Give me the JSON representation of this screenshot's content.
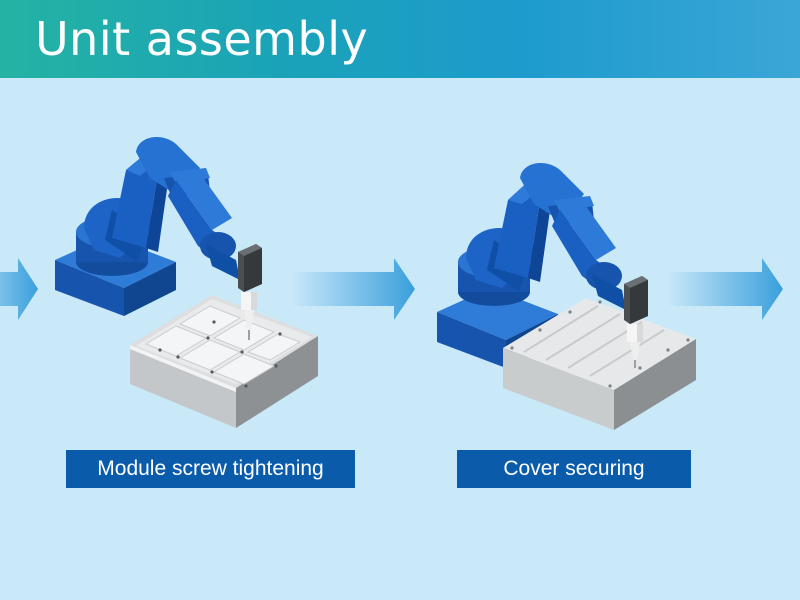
{
  "header": {
    "title": "Unit assembly"
  },
  "steps": [
    {
      "label": "Module screw tightening"
    },
    {
      "label": "Cover securing"
    }
  ],
  "colors": {
    "background": "#c9e8f8",
    "header_start": "#24b3a3",
    "header_end": "#3aa6d6",
    "robot_blue": "#1a63c8",
    "label_bg": "#0a5cab",
    "arrow": "#3a9fdc"
  },
  "icons": [
    "flow-arrow-icon",
    "robot-arm-icon",
    "screwdriver-tool-icon",
    "module-unit-icon",
    "cover-unit-icon"
  ]
}
